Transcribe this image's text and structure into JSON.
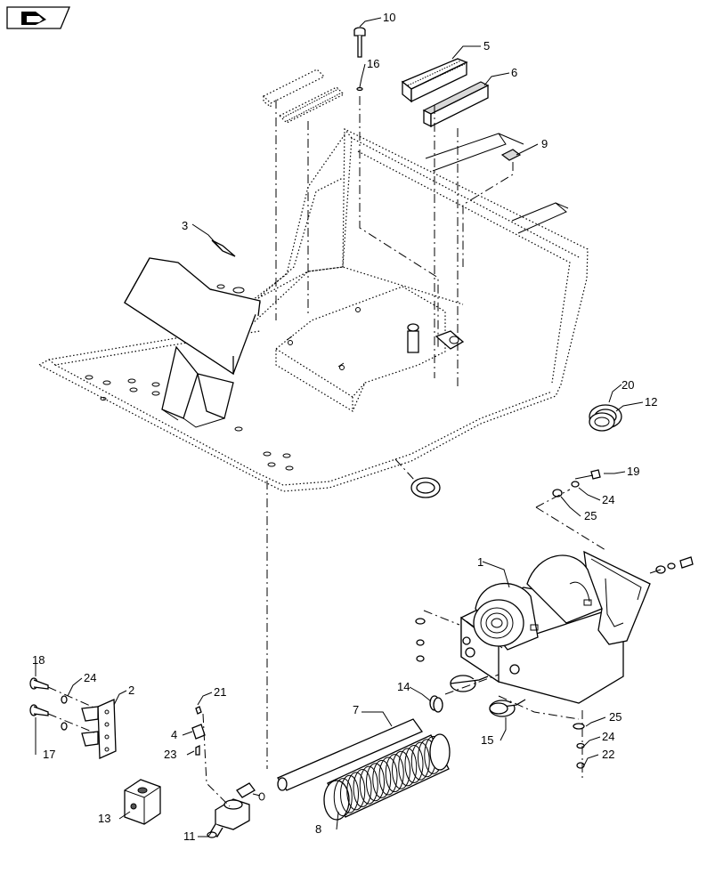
{
  "diagram": {
    "nav_icon": "book-arrow-icon",
    "callouts": {
      "c1": "1",
      "c2": "2",
      "c3": "3",
      "c4": "4",
      "c5": "5",
      "c6": "6",
      "c7": "7",
      "c8": "8",
      "c9": "9",
      "c10": "10",
      "c11": "11",
      "c12": "12",
      "c13": "13",
      "c14": "14",
      "c15": "15",
      "c16": "16",
      "c17": "17",
      "c18": "18",
      "c19": "19",
      "c20": "20",
      "c21": "21",
      "c22": "22",
      "c23": "23",
      "c24a": "24",
      "c24b": "24",
      "c24c": "24",
      "c25a": "25",
      "c25b": "25"
    }
  }
}
